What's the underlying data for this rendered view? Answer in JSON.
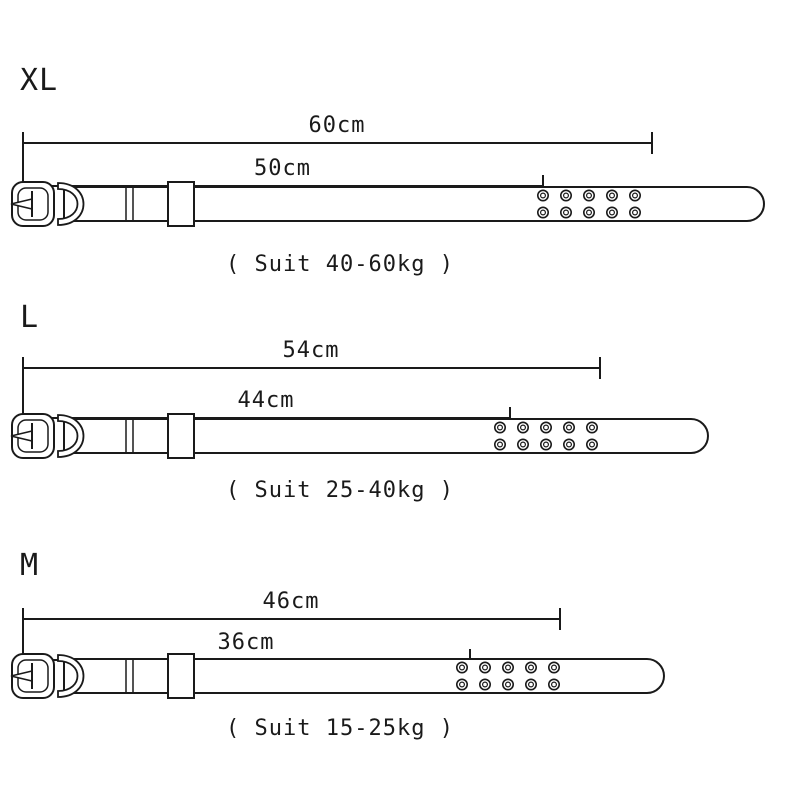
{
  "ink": "#1a1a1a",
  "background": "#ffffff",
  "sections": [
    {
      "size_label": "XL",
      "dim_outer": "60cm",
      "dim_inner": "50cm",
      "caption": "( Suit 40-60kg )",
      "eyelet_rows": 2,
      "eyelet_cols": 5
    },
    {
      "size_label": "L",
      "dim_outer": "54cm",
      "dim_inner": "44cm",
      "caption": "( Suit 25-40kg )",
      "eyelet_rows": 2,
      "eyelet_cols": 5
    },
    {
      "size_label": "M",
      "dim_outer": "46cm",
      "dim_inner": "36cm",
      "caption": "( Suit 15-25kg )",
      "eyelet_rows": 2,
      "eyelet_cols": 5
    }
  ]
}
